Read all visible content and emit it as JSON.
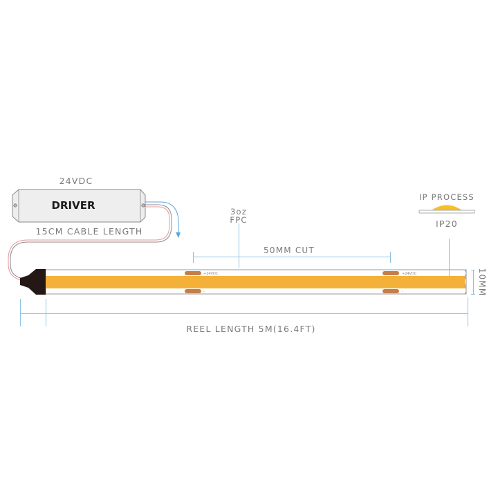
{
  "driver": {
    "voltage_label": "24VDC",
    "name": "DRIVER",
    "cable_label": "15CM CABLE LENGTH"
  },
  "strip": {
    "fpc_label_line1": "3oz",
    "fpc_label_line2": "FPC",
    "cut_label": "50MM CUT",
    "pad_positive_label": "+24VDC",
    "pad_negative_label": "-",
    "width_label": "10MM",
    "reel_label": "REEL LENGTH 5M(16.4FT)"
  },
  "ip": {
    "title": "IP PROCESS",
    "rating": "IP20"
  },
  "colors": {
    "led_strip": "#f4b13a",
    "pad": "#c47e4a",
    "end_cap": "#231815",
    "dimension_line": "#8cc3e6",
    "driver_body": "#eeeeee",
    "cable_red": "#e8959a",
    "cable_blue": "#5aa6dc",
    "ip_dome": "#f7c02a"
  }
}
